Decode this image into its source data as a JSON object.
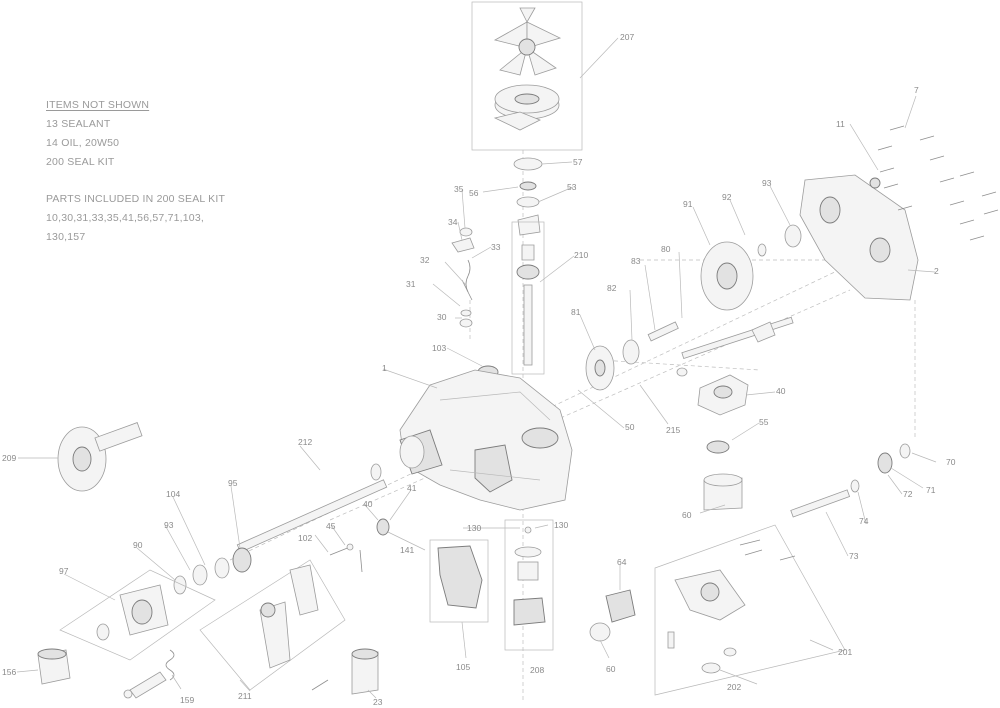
{
  "notes": {
    "not_shown_header": "ITEMS NOT SHOWN",
    "not_shown_items": [
      "13 SEALANT",
      "14 OIL, 20W50",
      "200 SEAL KIT"
    ],
    "kit_header": "PARTS INCLUDED IN 200 SEAL KIT",
    "kit_items": [
      "10,30,31,33,35,41,56,57,71,103,",
      "130,157"
    ]
  },
  "callouts": [
    {
      "id": "207",
      "label": "207"
    },
    {
      "id": "7",
      "label": "7"
    },
    {
      "id": "11",
      "label": "11"
    },
    {
      "id": "57",
      "label": "57"
    },
    {
      "id": "56",
      "label": "56"
    },
    {
      "id": "53",
      "label": "53"
    },
    {
      "id": "93",
      "label": "93"
    },
    {
      "id": "92",
      "label": "92"
    },
    {
      "id": "91",
      "label": "91"
    },
    {
      "id": "2",
      "label": "2"
    },
    {
      "id": "35",
      "label": "35"
    },
    {
      "id": "34",
      "label": "34"
    },
    {
      "id": "33",
      "label": "33"
    },
    {
      "id": "32",
      "label": "32"
    },
    {
      "id": "31",
      "label": "31"
    },
    {
      "id": "30",
      "label": "30"
    },
    {
      "id": "210",
      "label": "210"
    },
    {
      "id": "80",
      "label": "80"
    },
    {
      "id": "83",
      "label": "83"
    },
    {
      "id": "82",
      "label": "82"
    },
    {
      "id": "81",
      "label": "81"
    },
    {
      "id": "103",
      "label": "103"
    },
    {
      "id": "1",
      "label": "1"
    },
    {
      "id": "40",
      "label": "40"
    },
    {
      "id": "215",
      "label": "215"
    },
    {
      "id": "50",
      "label": "50"
    },
    {
      "id": "55",
      "label": "55"
    },
    {
      "id": "70",
      "label": "70"
    },
    {
      "id": "71",
      "label": "71"
    },
    {
      "id": "72",
      "label": "72"
    },
    {
      "id": "74",
      "label": "74"
    },
    {
      "id": "73",
      "label": "73"
    },
    {
      "id": "209",
      "label": "209"
    },
    {
      "id": "212",
      "label": "212"
    },
    {
      "id": "95",
      "label": "95"
    },
    {
      "id": "104",
      "label": "104"
    },
    {
      "id": "93b",
      "label": "93"
    },
    {
      "id": "90",
      "label": "90"
    },
    {
      "id": "97",
      "label": "97"
    },
    {
      "id": "40b",
      "label": "40"
    },
    {
      "id": "41",
      "label": "41"
    },
    {
      "id": "45",
      "label": "45"
    },
    {
      "id": "102",
      "label": "102"
    },
    {
      "id": "141",
      "label": "141"
    },
    {
      "id": "130",
      "label": "130"
    },
    {
      "id": "130b",
      "label": "130"
    },
    {
      "id": "60",
      "label": "60"
    },
    {
      "id": "64",
      "label": "64"
    },
    {
      "id": "105",
      "label": "105"
    },
    {
      "id": "208",
      "label": "208"
    },
    {
      "id": "60b",
      "label": "60"
    },
    {
      "id": "201",
      "label": "201"
    },
    {
      "id": "202",
      "label": "202"
    },
    {
      "id": "156",
      "label": "156"
    },
    {
      "id": "159",
      "label": "159"
    },
    {
      "id": "211",
      "label": "211"
    },
    {
      "id": "23",
      "label": "23"
    }
  ]
}
